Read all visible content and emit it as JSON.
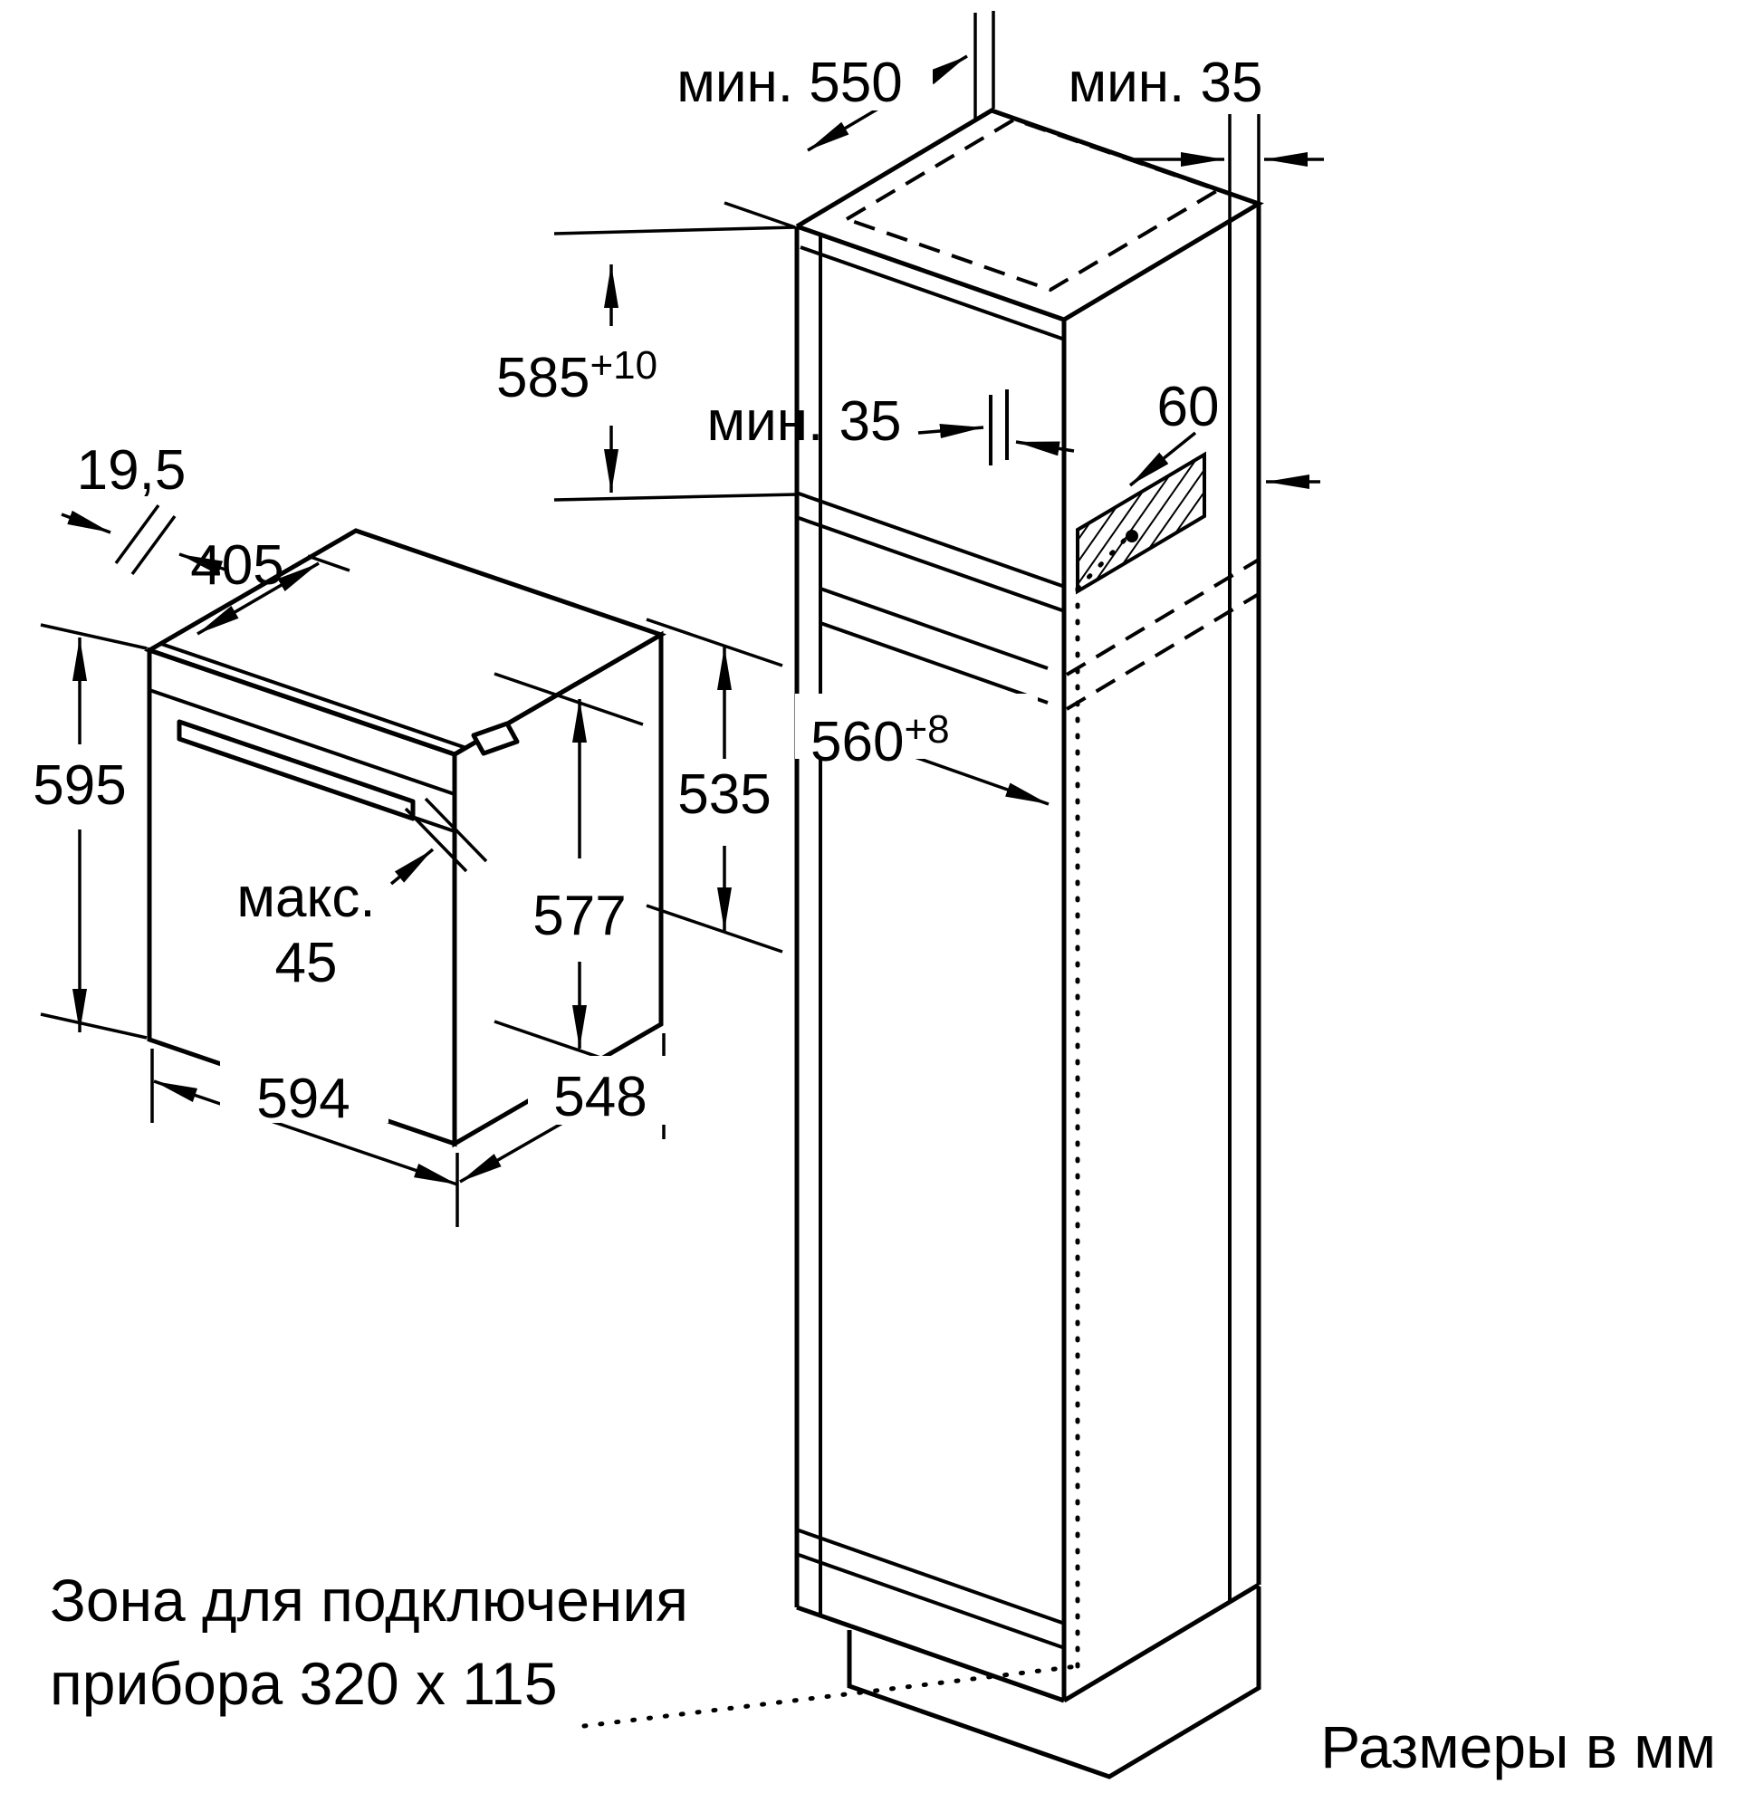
{
  "diagram": {
    "dims": {
      "min550": "мин. 550",
      "min35_top": "мин. 35",
      "min35_mid": "мин. 35",
      "niche_height": "585",
      "niche_height_tol": "+10",
      "niche_width": "560",
      "niche_width_tol": "+8",
      "connection_zone_offset": "60",
      "oven_overhang": "19,5",
      "oven_top_depth": "405",
      "oven_height": "595",
      "handle_max_label": "макс.",
      "handle_max_value": "45",
      "oven_body_height": "577",
      "oven_rear_height": "535",
      "oven_width": "594",
      "oven_depth": "548"
    },
    "notes": {
      "connection_zone_line1": "Зона для подключения",
      "connection_zone_line2": "прибора 320 x 115",
      "units": "Размеры в мм"
    },
    "colors": {
      "line": "#000000",
      "bg": "#ffffff"
    }
  }
}
